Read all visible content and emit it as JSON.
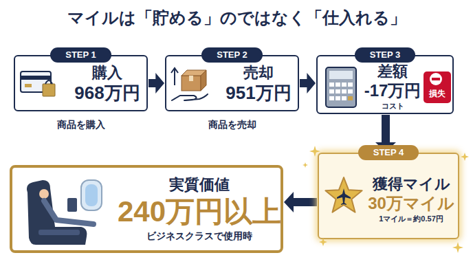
{
  "diagram": {
    "title": "マイルは「貯める」のではなく「仕入れる」",
    "nodes": [
      {
        "text": [
          "STEP 1",
          "購入",
          "968万円",
          "商品を購入"
        ]
      },
      {
        "text": [
          "STEP 2",
          "売却",
          "951万円",
          "商品を売却"
        ]
      },
      {
        "text": [
          "STEP 3",
          "差額",
          "-17万円",
          "コスト"
        ]
      },
      {
        "text": [
          "損失"
        ],
        "in": 2
      },
      {
        "text": [
          "STEP 4",
          "獲得マイル",
          "30万マイル",
          "1マイル＝約0.57円"
        ]
      },
      {
        "text": [
          "実質価値",
          "240万円以上",
          "ビジネスクラスで使用時"
        ]
      }
    ],
    "edges": [
      {
        "from": 0,
        "to": 1,
        "arrow": "to"
      },
      {
        "from": 1,
        "to": 2,
        "arrow": "to"
      },
      {
        "from": 2,
        "to": 4,
        "arrow": "to"
      },
      {
        "from": 4,
        "to": 5,
        "arrow": "to"
      }
    ]
  }
}
